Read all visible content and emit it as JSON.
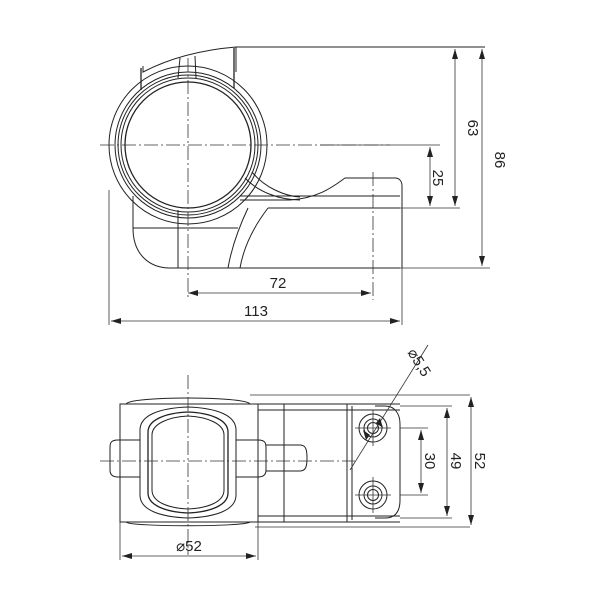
{
  "drawing": {
    "type": "technical-drawing",
    "views": [
      "side-view",
      "top-view"
    ],
    "side_view": {
      "dimensions": {
        "overall_length": "113",
        "center_to_end": "72",
        "height_to_center": "63",
        "flange_height": "25",
        "overall_height": "86"
      }
    },
    "top_view": {
      "dimensions": {
        "tube_diameter": "⌀52",
        "hole_diameter": "⌀5,5",
        "hole_spacing": "30",
        "flange_width": "49",
        "overall_width": "52"
      }
    },
    "colors": {
      "line": "#222222",
      "background": "#ffffff"
    }
  }
}
